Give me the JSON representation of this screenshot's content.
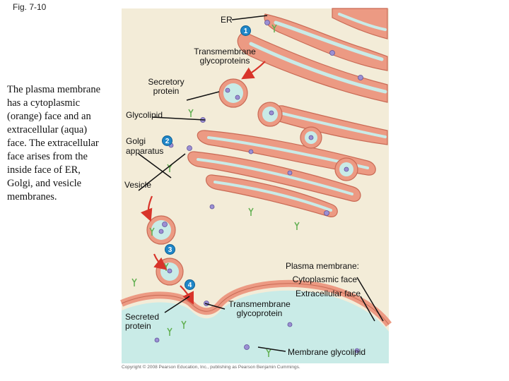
{
  "figure": {
    "label": "Fig. 7-10"
  },
  "side_text": "The plasma membrane\nhas a cytoplasmic\n(orange) face and an\nextracellular (aqua)\nface.  The extracellular\nface arises from the\ninside face of ER,\nGolgi, and vesicle\nmembranes.",
  "labels": {
    "er": "ER",
    "transmembrane_glycoproteins": "Transmembrane glycoproteins",
    "secretory_protein": "Secretory protein",
    "glycolipid": "Glycolipid",
    "golgi": "Golgi",
    "apparatus": "apparatus",
    "vesicle": "Vesicle",
    "secreted_protein": "Secreted protein",
    "plasma_membrane": "Plasma membrane:",
    "cytoplasmic_face": "Cytoplasmic face",
    "extracellular_face": "Extracellular face",
    "transmembrane_glycoprotein": "Transmembrane glycoprotein",
    "membrane_glycolipid": "Membrane glycolipid"
  },
  "steps": {
    "step1": "1",
    "step2": "2",
    "step3": "3",
    "step4": "4"
  },
  "copyright": "Copyright © 2008 Pearson Education, Inc., publishing as Pearson Benjamin Cummings.",
  "colors": {
    "cytoplasm": "#f3ecd8",
    "membrane_orange": "#ec9a83",
    "lumen_aqua": "#c9ebe7",
    "membrane_edge": "#c96a55",
    "protein": "#9b8fd3",
    "glycolipid": "#5fae4f",
    "arrow": "#d8342a",
    "step_badge": "#1f86c8"
  }
}
